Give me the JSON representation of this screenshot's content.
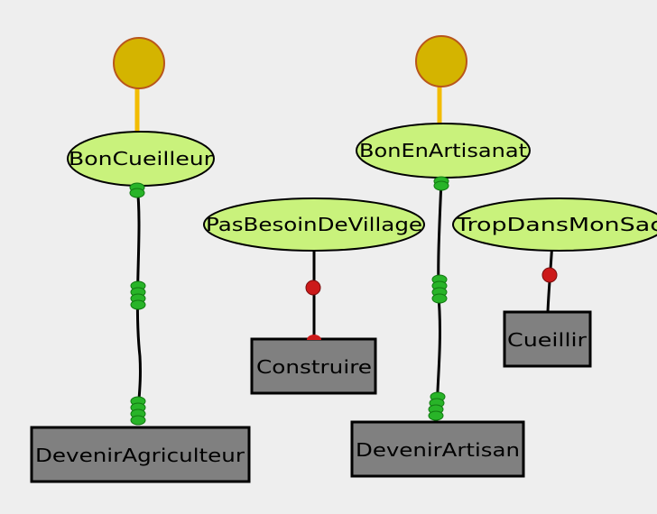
{
  "colors": {
    "background": "#eeeeee",
    "root": "#d4b400",
    "root_border": "#b8561c",
    "root_link": "#f2bc00",
    "goal": "#c9f27c",
    "action": "#808080",
    "positive_marker": "#28b428",
    "negative_marker": "#cc1a1a",
    "edge": "#000000"
  },
  "goals": {
    "bon_cueilleur": "BonCueilleur",
    "bon_en_artisanat": "BonEnArtisanat",
    "pas_besoin_de_village": "PasBesoinDeVillage",
    "trop_dans_mon_sac": "TropDansMonSac"
  },
  "actions": {
    "devenir_agriculteur": "DevenirAgriculteur",
    "construire": "Construire",
    "devenir_artisan": "DevenirArtisan",
    "cueillir": "Cueillir"
  },
  "links": [
    {
      "from": "bon_cueilleur",
      "to": "devenir_agriculteur",
      "effect": "positive"
    },
    {
      "from": "bon_en_artisanat",
      "to": "devenir_artisan",
      "effect": "positive"
    },
    {
      "from": "pas_besoin_de_village",
      "to": "construire",
      "effect": "negative"
    },
    {
      "from": "trop_dans_mon_sac",
      "to": "cueillir",
      "effect": "negative"
    }
  ]
}
